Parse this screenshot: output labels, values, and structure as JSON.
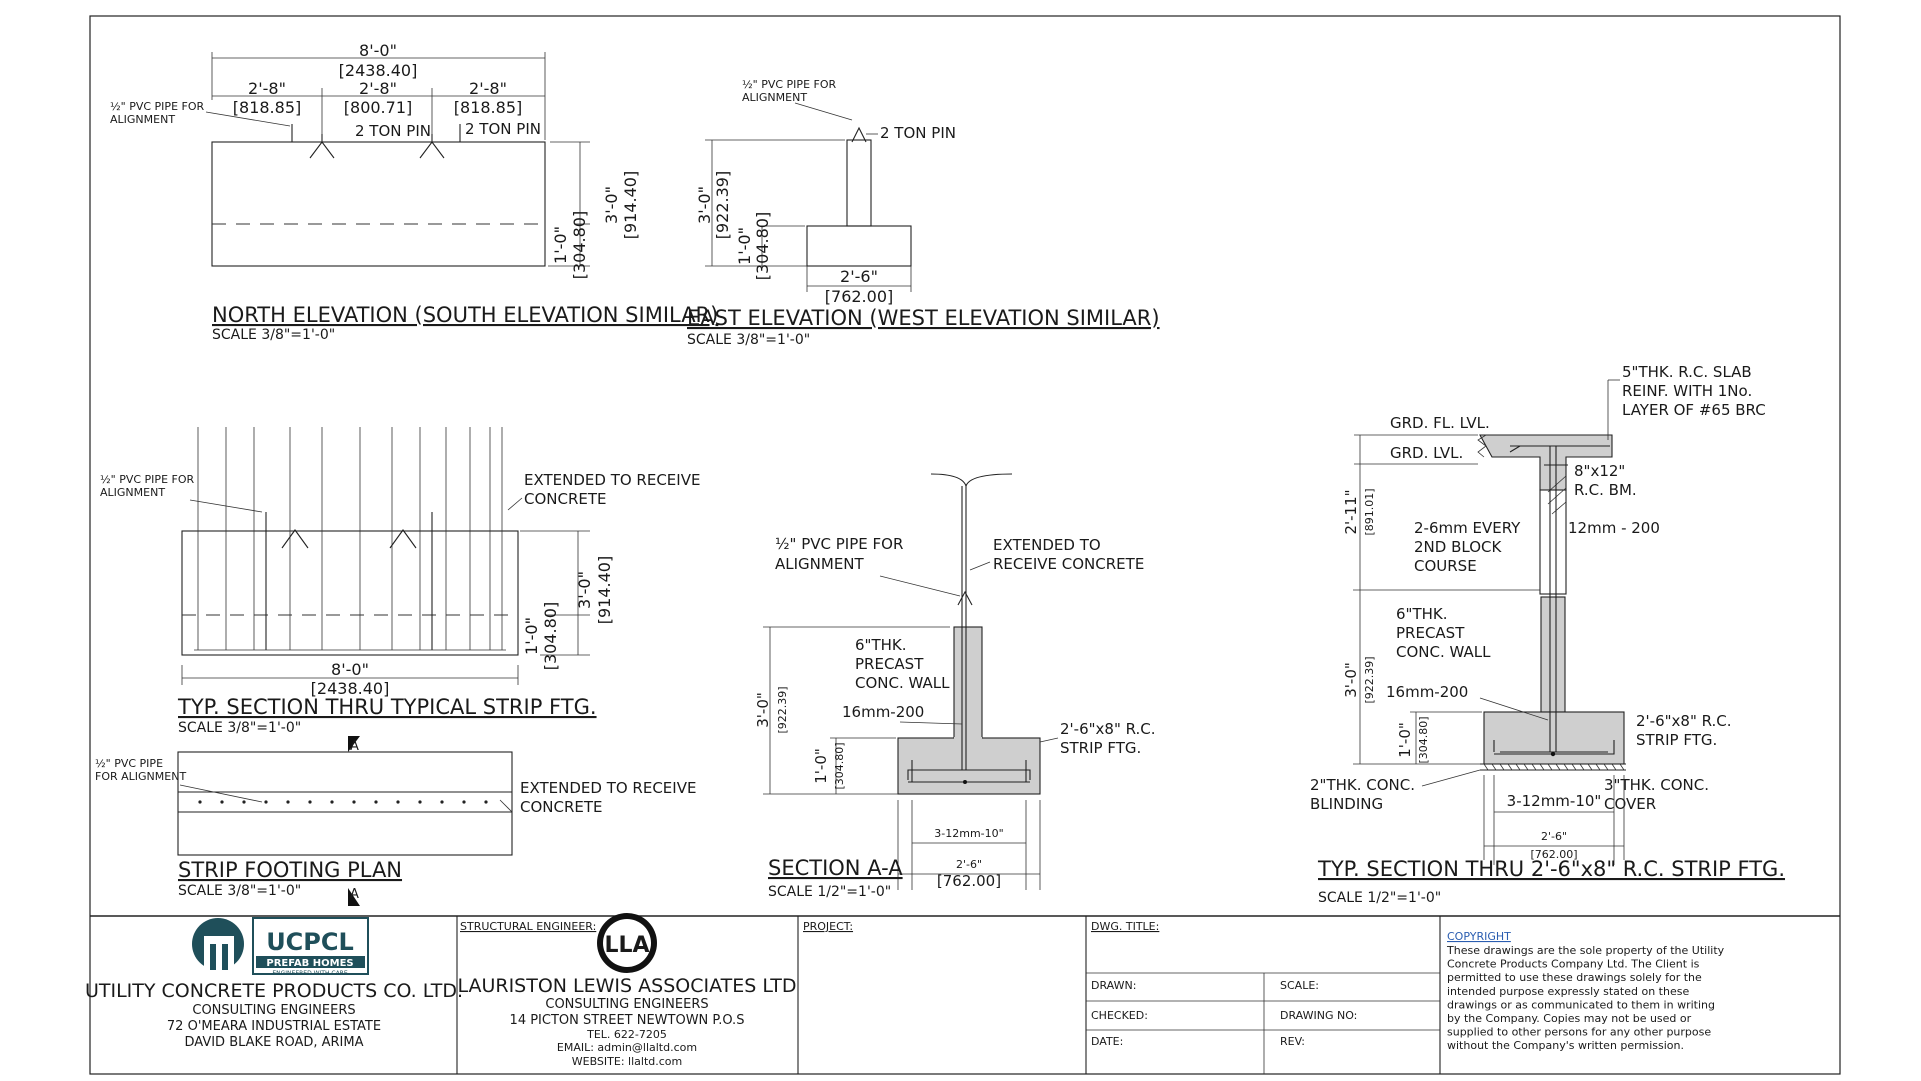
{
  "north_elevation": {
    "title": "NORTH ELEVATION (SOUTH ELEVATION SIMILAR)",
    "scale": "SCALE 3/8\"=1'-0\"",
    "overall_ft": "8'-0\"",
    "overall_mm": "[2438.40]",
    "seg1_ft": "2'-8\"",
    "seg1_mm": "[818.85]",
    "seg2_ft": "2'-8\"",
    "seg2_mm": "[800.71]",
    "seg3_ft": "2'-8\"",
    "seg3_mm": "[818.85]",
    "pvc_label_1": "½\" PVC PIPE FOR",
    "pvc_label_2": "ALIGNMENT",
    "pin1": "2 TON PIN",
    "pin2": "2 TON PIN",
    "h1_ft": "1'-0\"",
    "h1_mm": "[304.80]",
    "h3_ft": "3'-0\"",
    "h3_mm": "[914.40]"
  },
  "east_elevation": {
    "title": "EAST ELEVATION (WEST ELEVATION SIMILAR)",
    "scale": "SCALE 3/8\"=1'-0\"",
    "pvc_label_1": "½\" PVC PIPE FOR",
    "pvc_label_2": "ALIGNMENT",
    "pin": "2 TON PIN",
    "h3_ft": "3'-0\"",
    "h3_mm": "[922.39]",
    "h1_ft": "1'-0\"",
    "h1_mm": "[304.80]",
    "w_ft": "2'-6\"",
    "w_mm": "[762.00]"
  },
  "typ_section_strip": {
    "title": "TYP. SECTION THRU TYPICAL STRIP FTG.",
    "scale": "SCALE 3/8\"=1'-0\"",
    "pvc_label_1": "½\" PVC PIPE FOR",
    "pvc_label_2": "ALIGNMENT",
    "ext_1": "EXTENDED TO RECEIVE",
    "ext_2": "CONCRETE",
    "h3_ft": "3'-0\"",
    "h3_mm": "[914.40]",
    "h1_ft": "1'-0\"",
    "h1_mm": "[304.80]",
    "w_ft": "8'-0\"",
    "w_mm": "[2438.40]",
    "section_mark": "A"
  },
  "strip_footing_plan": {
    "title": "STRIP FOOTING PLAN",
    "scale": "SCALE 3/8\"=1'-0\"",
    "pvc_label_1": "½\" PVC PIPE",
    "pvc_label_2": "FOR ALIGNMENT",
    "ext_1": "EXTENDED TO RECEIVE",
    "ext_2": "CONCRETE",
    "section_mark": "A"
  },
  "section_aa": {
    "title": "SECTION A-A",
    "scale": "SCALE 1/2\"=1'-0\"",
    "pvc_label_1": "½\" PVC PIPE FOR",
    "pvc_label_2": "ALIGNMENT",
    "ext_1": "EXTENDED TO",
    "ext_2": "RECEIVE CONCRETE",
    "wall_1": "6\"THK.",
    "wall_2": "PRECAST",
    "wall_3": "CONC. WALL",
    "bar": "16mm-200",
    "ftg_1": "2'-6\"x8\" R.C.",
    "ftg_2": "STRIP FTG.",
    "h3_ft": "3'-0\"",
    "h3_mm": "[922.39]",
    "h1_ft": "1'-0\"",
    "h1_mm": "[304.80]",
    "bot_bars": "3-12mm-10\"",
    "w_ft": "2'-6\"",
    "w_mm": "[762.00]"
  },
  "typ_section_rc": {
    "title": "TYP. SECTION THRU 2'-6\"x8\" R.C. STRIP FTG.",
    "scale": "SCALE 1/2\"=1'-0\"",
    "slab_1": "5\"THK. R.C. SLAB",
    "slab_2": "REINF. WITH 1No.",
    "slab_3": "LAYER OF #65 BRC",
    "grd_fl": "GRD. FL. LVL.",
    "grd": "GRD. LVL.",
    "beam_1": "8\"x12\"",
    "beam_2": "R.C. BM.",
    "block_1": "2-6mm EVERY",
    "block_2": "2ND BLOCK",
    "block_3": "COURSE",
    "bar12": "12mm - 200",
    "wall_1": "6\"THK.",
    "wall_2": "PRECAST",
    "wall_3": "CONC. WALL",
    "bar16": "16mm-200",
    "ftg_1": "2'-6\"x8\" R.C.",
    "ftg_2": "STRIP FTG.",
    "blind_1": "2\"THK. CONC.",
    "blind_2": "BLINDING",
    "cover_1": "3\"THK. CONC.",
    "cover_2": "COVER",
    "bot_bars": "3-12mm-10\"",
    "w_ft": "2'-6\"",
    "w_mm": "[762.00]",
    "h211_ft": "2'-11\"",
    "h211_mm": "[891.01]",
    "h3_ft": "3'-0\"",
    "h3_mm": "[922.39]",
    "h1_ft": "1'-0\"",
    "h1_mm": "[304.80]"
  },
  "title_block": {
    "logo_line1": "UCPCL",
    "logo_line2": "PREFAB HOMES",
    "logo_line3": "ENGINEERED WITH CARE",
    "company": "UTILITY CONCRETE PRODUCTS CO. LTD.",
    "company_sub": "CONSULTING ENGINEERS",
    "company_addr1": "72 O'MEARA INDUSTRIAL ESTATE",
    "company_addr2": "DAVID BLAKE ROAD, ARIMA",
    "structural_engineer": "STRUCTURAL ENGINEER:",
    "engineer_logo": "LLA",
    "engineer_name": "LAURISTON LEWIS ASSOCIATES LTD",
    "engineer_sub": "CONSULTING ENGINEERS",
    "engineer_addr": "14 PICTON STREET NEWTOWN P.O.S",
    "engineer_tel": "TEL. 622-7205",
    "engineer_email": "EMAIL: admin@llaltd.com",
    "engineer_web": "WEBSITE: llaltd.com",
    "project": "PROJECT:",
    "dwg_title": "DWG. TITLE:",
    "drawn": "DRAWN:",
    "scale": "SCALE:",
    "checked": "CHECKED:",
    "drawing_no": "DRAWING NO:",
    "date": "DATE:",
    "rev": "REV:",
    "copyright_heading": "COPYRIGHT",
    "copyright_lines": [
      "These drawings are the sole property of the Utility",
      "Concrete Products Company Ltd. The Client is",
      "permitted to use these drawings solely for the",
      "intended purpose expressly stated on these",
      "drawings or as communicated to them in writing",
      " by the Company. Copies may not be used or",
      "supplied to other persons for any other purpose",
      "without the Company's written permission."
    ]
  },
  "colors": {
    "concrete_fill": "#cfcfcf",
    "link_blue": "#2a5db0",
    "logo_teal": "#1f4f5a"
  }
}
